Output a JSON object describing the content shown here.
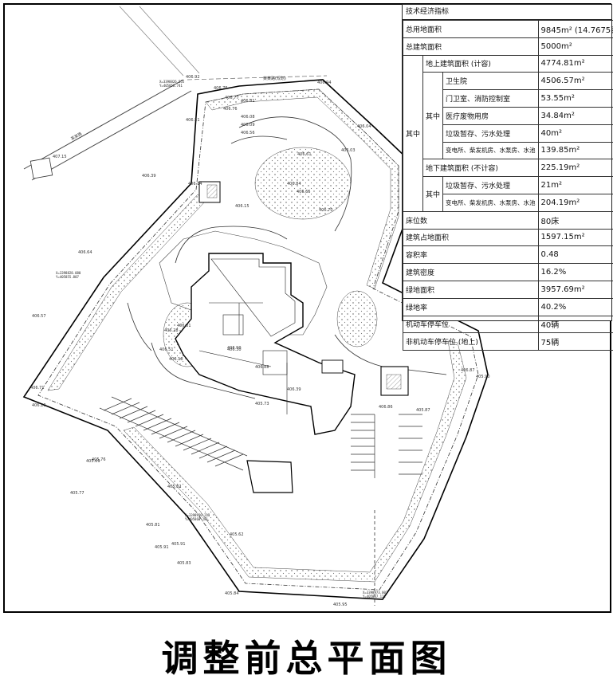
{
  "caption": "调整前总平面图",
  "table": {
    "title": "技术经济指标",
    "rows": {
      "r1": {
        "label": "总用地面积",
        "value": "9845m² (14.7675亩)"
      },
      "r2": {
        "label": "总建筑面积",
        "value": "5000m²"
      },
      "r3": {
        "label": "地上建筑面积 (计容)",
        "value": "4774.81m²"
      },
      "r4": {
        "label": "卫生院",
        "value": "4506.57m²"
      },
      "r5": {
        "label": "门卫室、消防控制室",
        "value": "53.55m²"
      },
      "r6": {
        "label": "医疗废物用房",
        "value": "34.84m²"
      },
      "r7": {
        "label": "垃圾暂存、污水处理",
        "value": "40m²"
      },
      "r8": {
        "label": "变电所、柴发机房、水泵房、水池",
        "value": "139.85m²"
      },
      "r9": {
        "label": "地下建筑面积 (不计容)",
        "value": "225.19m²"
      },
      "r10": {
        "label": "垃圾暂存、污水处理",
        "value": "21m²"
      },
      "r11": {
        "label": "变电所、柴发机房、水泵房、水池",
        "value": "204.19m²"
      },
      "r12": {
        "label": "床位数",
        "value": "80床"
      },
      "r13": {
        "label": "建筑占地面积",
        "value": "1597.15m²"
      },
      "r14": {
        "label": "容积率",
        "value": "0.48"
      },
      "r15": {
        "label": "建筑密度",
        "value": "16.2%"
      },
      "r16": {
        "label": "绿地面积",
        "value": "3957.69m²"
      },
      "r17": {
        "label": "绿地率",
        "value": "40.2%"
      },
      "r18": {
        "label": "机动车停车位",
        "value": "40辆"
      },
      "r19": {
        "label": "非机动车停车位 (地上)",
        "value": "75辆"
      }
    },
    "group_qizhong": "其中",
    "sub_qizhong": "其中"
  },
  "elevations": [
    "406.92",
    "406.75",
    "406.77",
    "406.76",
    "406.51",
    "406.39",
    "406.64",
    "406.57",
    "406.71",
    "406.20",
    "405.76",
    "405.82",
    "405.77",
    "405.81",
    "405.91",
    "405.83",
    "405.84",
    "405.95",
    "405.69",
    "406.87",
    "405.90",
    "405.73",
    "406.39",
    "406.30",
    "406.18",
    "405.87",
    "406.88",
    "405.91",
    "405.62",
    "406.28",
    "406.65",
    "406.56",
    "406.61",
    "406.90",
    "406.70",
    "406.94",
    "407.15",
    "406.04",
    "406.09",
    "406.84",
    "406.03",
    "406.08",
    "406.14",
    "406.15",
    "406.31",
    "406.51",
    "406.86",
    "406.81"
  ],
  "labels": {
    "road_name_a": "某某路",
    "road_name_b": "某某路(规划)",
    "coord_a": "X=3398826.555",
    "coord_b": "Y=405856.741",
    "coord_c": "X=3398930.213",
    "coord_d": "Y=405860.281",
    "coord_e": "X=3398828.080",
    "coord_f": "Y=405855.807",
    "coord_g": "X=3398973.002",
    "coord_h": "Y=405857.122"
  }
}
